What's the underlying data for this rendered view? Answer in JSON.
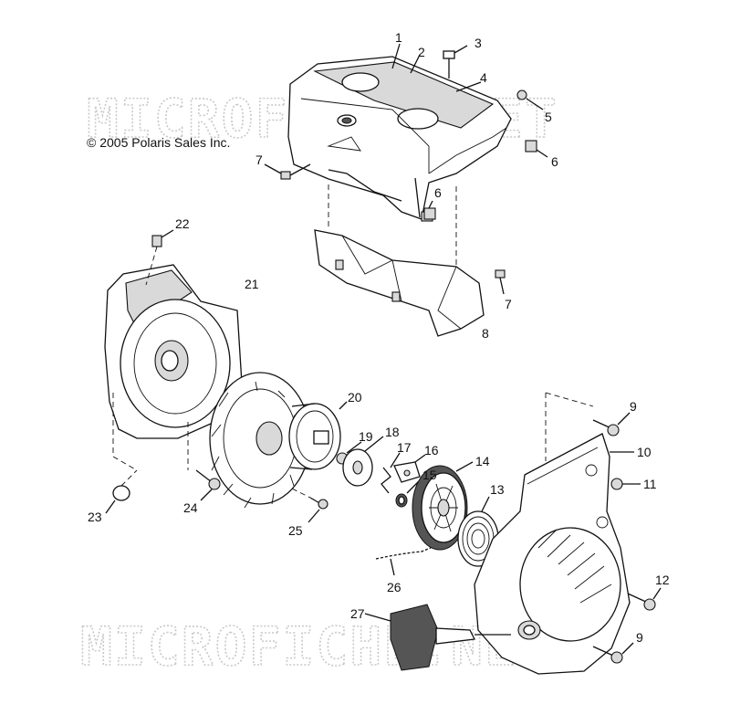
{
  "copyright": "© 2005 Polaris Sales Inc.",
  "watermark": {
    "top": "MICROFICHE.NET",
    "bottom": "MICROFICHE.NET"
  },
  "labels": [
    {
      "id": "1",
      "text": "1"
    },
    {
      "id": "2",
      "text": "2"
    },
    {
      "id": "3",
      "text": "3"
    },
    {
      "id": "4",
      "text": "4"
    },
    {
      "id": "5",
      "text": "5"
    },
    {
      "id": "6a",
      "text": "6"
    },
    {
      "id": "6b",
      "text": "6"
    },
    {
      "id": "7a",
      "text": "7"
    },
    {
      "id": "7b",
      "text": "7"
    },
    {
      "id": "8",
      "text": "8"
    },
    {
      "id": "9a",
      "text": "9"
    },
    {
      "id": "9b",
      "text": "9"
    },
    {
      "id": "10",
      "text": "10"
    },
    {
      "id": "11",
      "text": "11"
    },
    {
      "id": "12",
      "text": "12"
    },
    {
      "id": "13",
      "text": "13"
    },
    {
      "id": "14",
      "text": "14"
    },
    {
      "id": "15",
      "text": "15"
    },
    {
      "id": "16",
      "text": "16"
    },
    {
      "id": "17",
      "text": "17"
    },
    {
      "id": "18",
      "text": "18"
    },
    {
      "id": "19",
      "text": "19"
    },
    {
      "id": "20",
      "text": "20"
    },
    {
      "id": "21",
      "text": "21"
    },
    {
      "id": "22",
      "text": "22"
    },
    {
      "id": "23",
      "text": "23"
    },
    {
      "id": "24",
      "text": "24"
    },
    {
      "id": "25",
      "text": "25"
    },
    {
      "id": "26",
      "text": "26"
    },
    {
      "id": "27",
      "text": "27"
    }
  ]
}
